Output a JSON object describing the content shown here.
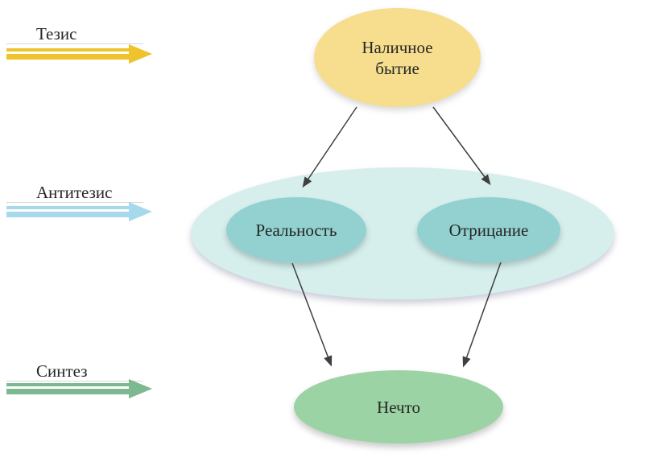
{
  "canvas": {
    "background": "#ffffff",
    "text_color": "#262626"
  },
  "legend": {
    "items": [
      {
        "id": "thesis",
        "label": "Тезис",
        "arrow_color": "#EFC32B"
      },
      {
        "id": "antithesis",
        "label": "Антитезис",
        "arrow_color": "#A6D9EB"
      },
      {
        "id": "synthesis",
        "label": "Синтез",
        "arrow_color": "#7CB890"
      }
    ]
  },
  "diagram": {
    "nodes": [
      {
        "id": "present-being",
        "label": "Наличное бытие",
        "fill": "#F6DE8E",
        "role": "thesis"
      },
      {
        "id": "container",
        "label": "",
        "fill": "#D6EEEC",
        "role": "antithesis-group"
      },
      {
        "id": "reality",
        "label": "Реальность",
        "fill": "#92D1CF",
        "role": "antithesis"
      },
      {
        "id": "negation",
        "label": "Отрицание",
        "fill": "#92D1CF",
        "role": "antithesis"
      },
      {
        "id": "something",
        "label": "Нечто",
        "fill": "#9CD3A5",
        "role": "synthesis"
      }
    ],
    "edges": [
      {
        "from": "present-being",
        "to": "reality"
      },
      {
        "from": "present-being",
        "to": "negation"
      },
      {
        "from": "reality",
        "to": "something"
      },
      {
        "from": "negation",
        "to": "something"
      }
    ],
    "edge_color": "#3f3f3f"
  }
}
